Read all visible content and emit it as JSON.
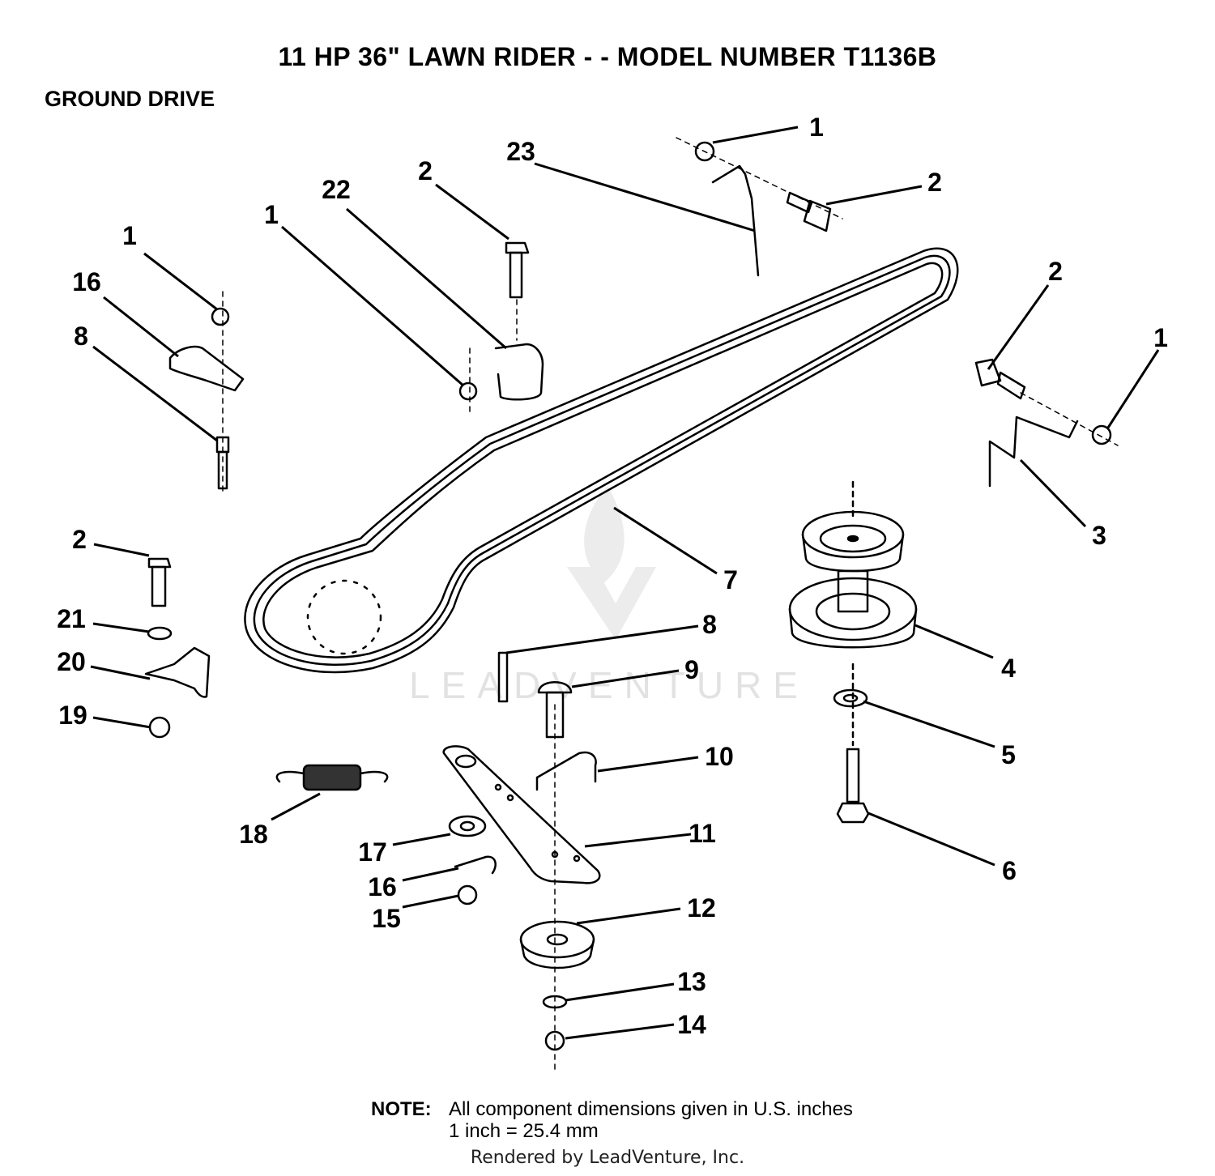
{
  "header": {
    "title": "11 HP 36\" LAWN RIDER - - MODEL NUMBER T1136B",
    "section": "GROUND DRIVE"
  },
  "callouts": {
    "c1a": "1",
    "c2a": "2",
    "c23": "23",
    "c2b": "2",
    "c22": "22",
    "c1b": "1",
    "c1c": "1",
    "c16a": "16",
    "c8a": "8",
    "c2c": "2",
    "c1d": "1",
    "c3": "3",
    "c7": "7",
    "c2d": "2",
    "c21": "21",
    "c20": "20",
    "c19": "19",
    "c8b": "8",
    "c9": "9",
    "c4": "4",
    "c5": "5",
    "c10": "10",
    "c18": "18",
    "c11": "11",
    "c17": "17",
    "c16b": "16",
    "c15": "15",
    "c12": "12",
    "c13": "13",
    "c14": "14",
    "c6": "6"
  },
  "note": {
    "label": "NOTE:",
    "line1": "All component dimensions given in U.S. inches",
    "line2": "1 inch = 25.4 mm"
  },
  "footer": {
    "rendered_by": "Rendered by LeadVenture, Inc.",
    "watermark": "LEADVENTURE"
  }
}
